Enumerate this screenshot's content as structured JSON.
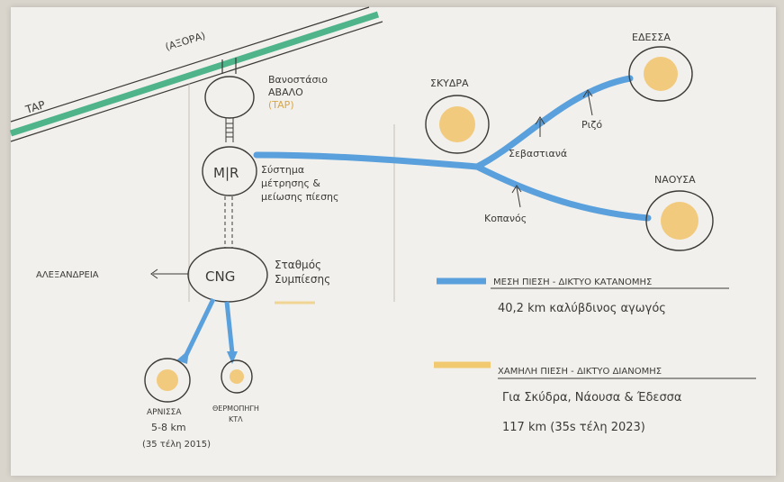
{
  "colors": {
    "paper": "#f2f0ec",
    "ink": "#3b3a37",
    "blue_pipe": "#5aa0dc",
    "yellow_pipe": "#f0c970",
    "green_pipe": "#4fb48a"
  },
  "labels": {
    "tap": "TAP",
    "axis_top": "(ΑΞΟΡΑ)",
    "valve_station": [
      "Βανοστάσιο",
      "ΑΒΑΛΟ",
      "(TAP)"
    ],
    "mr": "M|R",
    "mr_desc": [
      "Σύστημα",
      "μέτρησης &",
      "μείωσης πίεσης"
    ],
    "cng": "CNG",
    "cng_desc": [
      "Σταθμός",
      "Συμπίεσης"
    ],
    "alexandreia": "ΑΛΕΞΑΝΔΡΕΙΑ",
    "skydra": "ΣΚΥΔΡΑ",
    "edessa": "ΕΔΕΣΣΑ",
    "naousa": "ΝΑΟΥΣΑ",
    "arnissa": "ΑΡΝΙΣΣΑ",
    "thermopigi": [
      "ΘΕΡΜΟΠΗΓΗ",
      "ΚΤΛ"
    ],
    "rizo": "Ριζό",
    "sevastiana": "Σεβαστιανά",
    "kopanos": "Κοπανός",
    "arnissa_distance": [
      "5-8 km",
      "(35 τέλη 2015)"
    ],
    "legend_mp_title": "ΜΕΣΗ ΠΙΕΣΗ - ΔΙΚΤΥΟ ΚΑΤΑΝΟΜΗΣ",
    "legend_mp_desc": "40,2 km καλύβδινος αγωγός",
    "legend_lp_title": "ΧΑΜΗΛΗ ΠΙΕΣΗ - ΔΙΚΤΥΟ ΔΙΑΝΟΜΗΣ",
    "legend_lp_desc1": "Για Σκύδρα, Νάουσα & Έδεσσα",
    "legend_lp_desc2": "117 km (35s τέλη 2023)"
  }
}
